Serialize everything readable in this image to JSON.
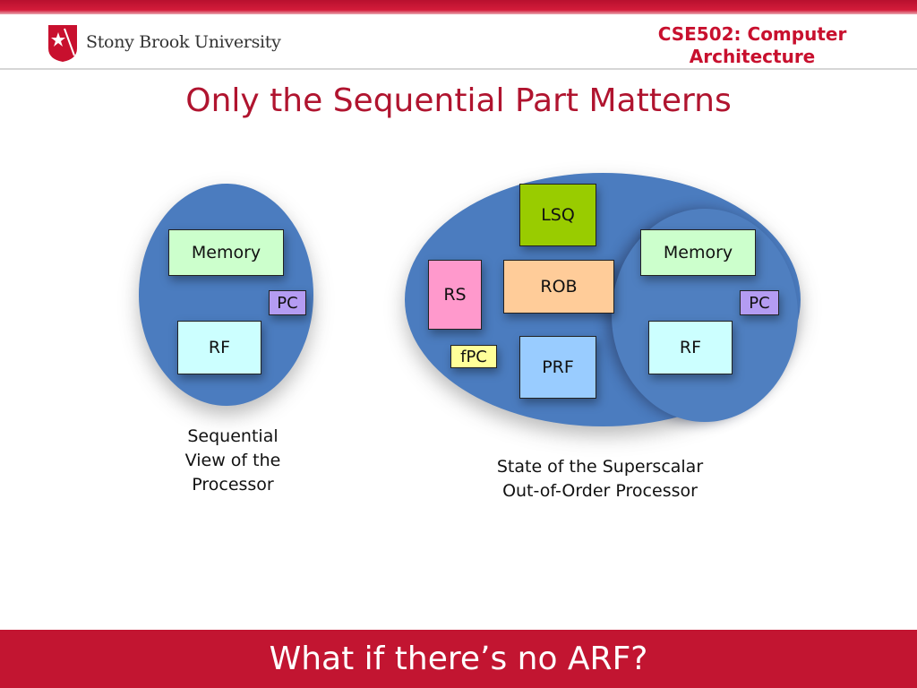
{
  "header": {
    "university": "Stony Brook University",
    "course_line1": "CSE502: Computer",
    "course_line2": "Architecture"
  },
  "title": "Only the Sequential Part Matterns",
  "left": {
    "memory": "Memory",
    "pc": "PC",
    "rf": "RF",
    "caption": [
      "Sequential",
      "View of the",
      "Processor"
    ]
  },
  "right": {
    "lsq": "LSQ",
    "rs": "RS",
    "rob": "ROB",
    "fpc": "fPC",
    "prf": "PRF",
    "memory": "Memory",
    "pc": "PC",
    "rf": "RF",
    "caption": [
      "State of the Superscalar",
      "Out-of-Order Processor"
    ]
  },
  "footer": "What if there’s no ARF?",
  "colors": {
    "brand_red": "#c8102e",
    "blob_blue": "#4b7cbf",
    "memory_green": "#ccffcc",
    "pc_purple": "#b49cf2",
    "rf_cyan": "#ccffff",
    "lsq_green": "#99cc00",
    "rs_pink": "#ff99cc",
    "rob_peach": "#ffcc99",
    "fpc_yellow": "#ffff99",
    "prf_blue": "#99ccff"
  }
}
